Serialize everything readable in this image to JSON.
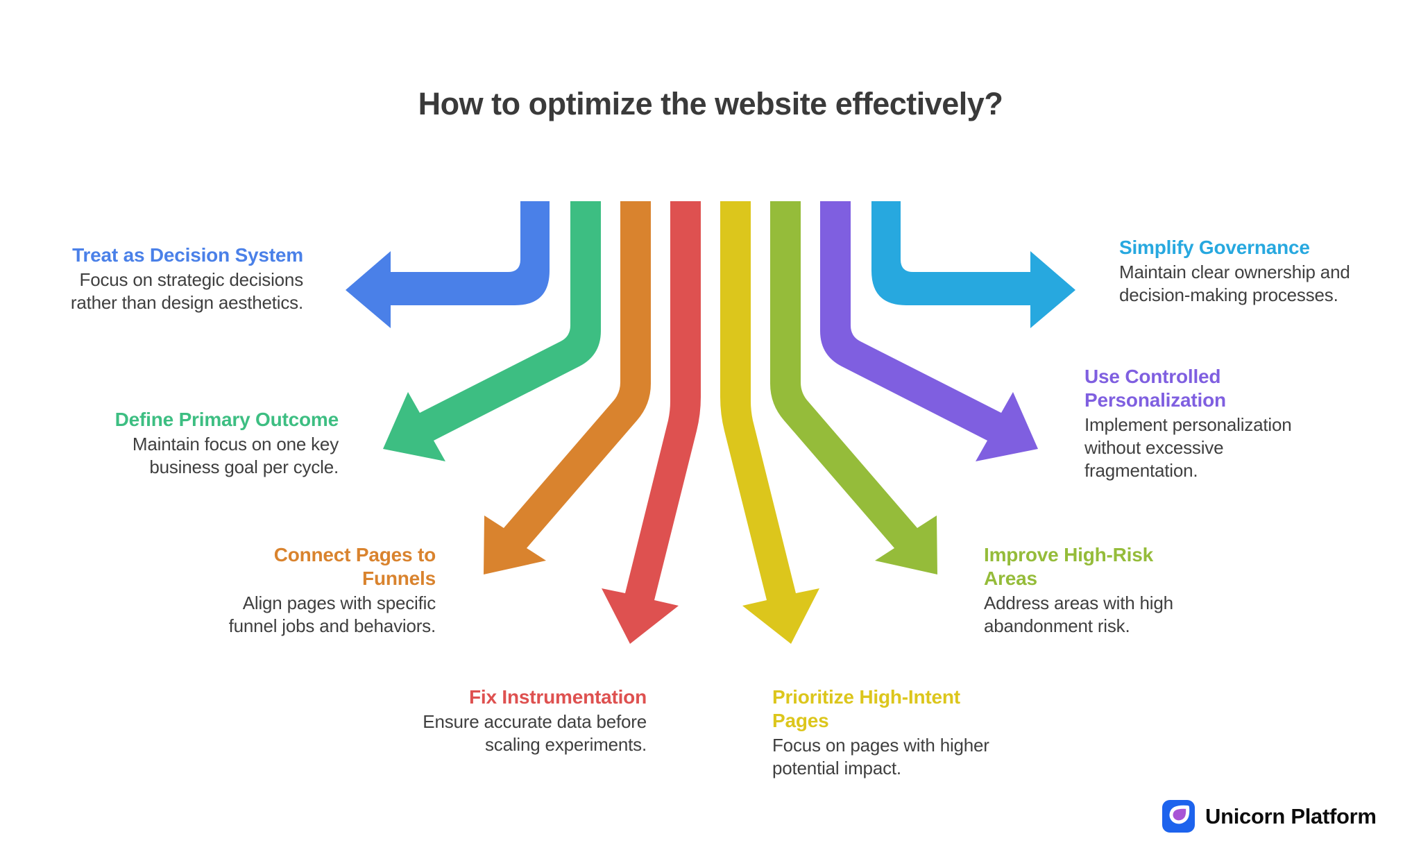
{
  "title": "How to optimize the website effectively?",
  "items": [
    {
      "heading": "Treat as Decision System",
      "body": "Focus on strategic decisions rather than design aesthetics.",
      "color": "#4A80E8"
    },
    {
      "heading": "Define Primary Outcome",
      "body": "Maintain focus on one key business goal per cycle.",
      "color": "#3DBE82"
    },
    {
      "heading": "Connect Pages to Funnels",
      "body": "Align pages with specific funnel jobs and behaviors.",
      "color": "#D9832E"
    },
    {
      "heading": "Fix Instrumentation",
      "body": "Ensure accurate data before scaling experiments.",
      "color": "#DE5150"
    },
    {
      "heading": "Prioritize High-Intent Pages",
      "body": "Focus on pages with higher potential impact.",
      "color": "#DCC61C"
    },
    {
      "heading": "Improve High-Risk Areas",
      "body": "Address areas with high abandonment risk.",
      "color": "#95BC3A"
    },
    {
      "heading": "Use Controlled Personalization",
      "body": "Implement personalization without excessive fragmentation.",
      "color": "#7F5FE0"
    },
    {
      "heading": "Simplify Governance",
      "body": "Maintain clear ownership and decision-making processes.",
      "color": "#27A8DF"
    }
  ],
  "footer": {
    "brand": "Unicorn Platform",
    "logo_color": "#1D63ED",
    "logo_drop_color": "#A855D6"
  },
  "text_color": "#3F3F3F",
  "title_color": "#3A3A3A"
}
